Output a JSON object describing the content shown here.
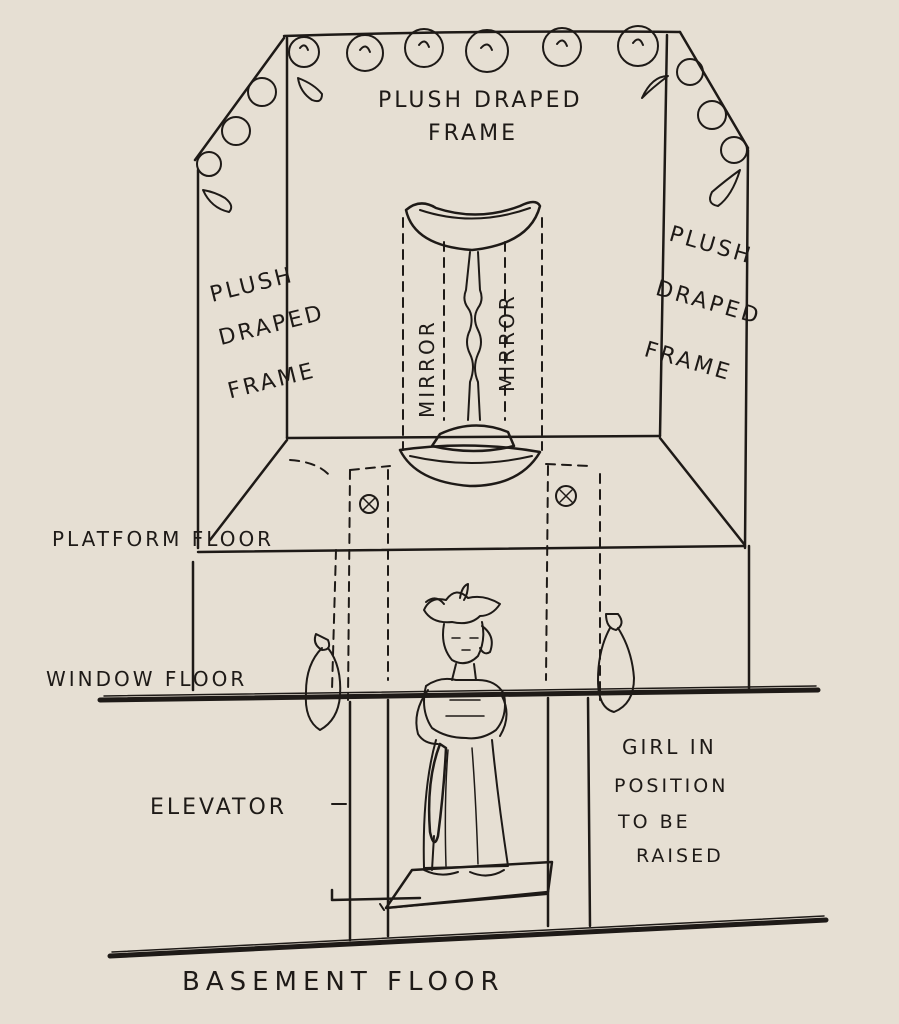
{
  "labels": {
    "top_frame": [
      "PLUSH DRAPED",
      "FRAME"
    ],
    "left_frame": [
      "PLUSH",
      "DRAPED",
      "FRAME"
    ],
    "right_frame": [
      "PLUSH",
      "DRAPED",
      "FRAME"
    ],
    "mirror_left": "MIRROR",
    "mirror_right": "MIRROR",
    "platform_floor": "PLATFORM FLOOR",
    "window_floor": "WINDOW FLOOR",
    "elevator": "ELEVATOR",
    "girl": [
      "GIRL IN",
      "POSITION",
      "TO BE",
      "RAISED"
    ],
    "basement_floor": "BASEMENT FLOOR"
  },
  "colors": {
    "paper": "#e6dfd3",
    "ink": "#1e1a17"
  }
}
